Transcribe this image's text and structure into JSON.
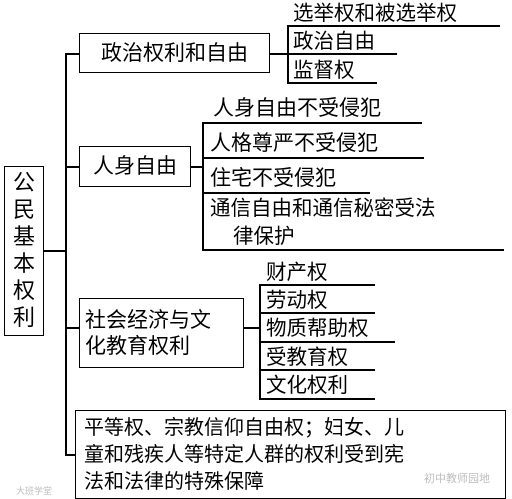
{
  "root": {
    "label": "公民基本权利"
  },
  "political": {
    "label": "政治权利和自由",
    "items": [
      "选举权和被选举权",
      "政治自由",
      "监督权"
    ]
  },
  "personal": {
    "label": "人身自由",
    "items": [
      "人身自由不受侵犯",
      "人格尊严不受侵犯",
      "住宅不受侵犯"
    ],
    "comm_line1": "通信自由和通信秘密受法",
    "comm_line2": "律保护"
  },
  "social": {
    "label_line1": "社会经济与文",
    "label_line2": "化教育权利",
    "items": [
      "财产权",
      "劳动权",
      "物质帮助权",
      "受教育权",
      "文化权利"
    ]
  },
  "equality": {
    "line1": "平等权、宗教信仰自由权；妇女、儿",
    "line2": "童和残疾人等特定人群的权利受到宪",
    "line3": "法和法律的特殊保障"
  },
  "watermarks": {
    "left": "大班学堂",
    "right": "初中教师园地"
  }
}
